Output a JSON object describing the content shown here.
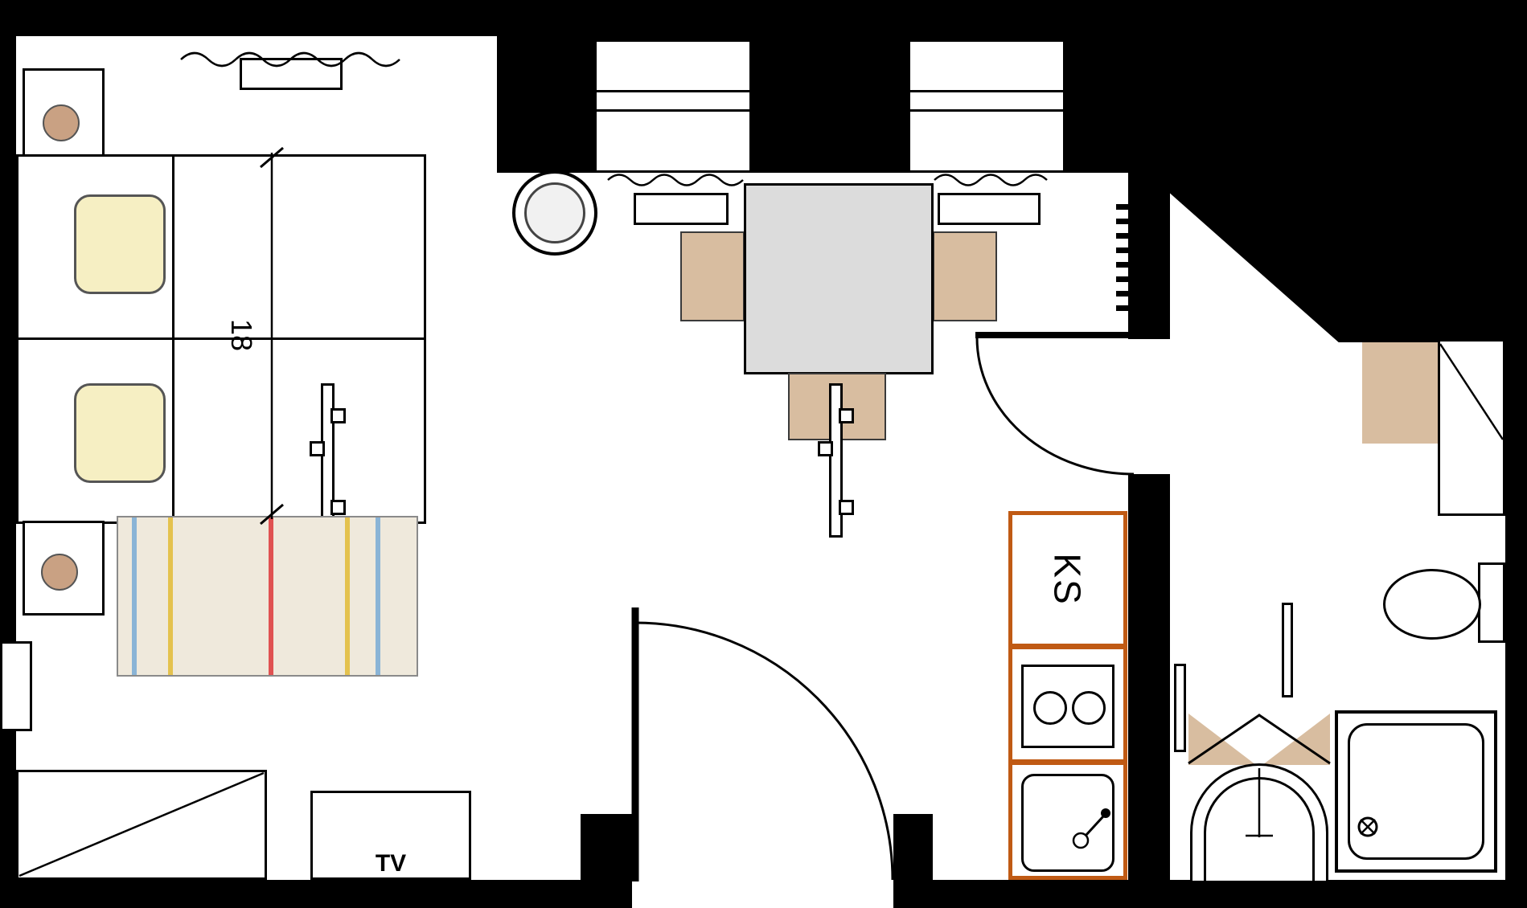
{
  "title": "apartment-floor-plan",
  "labels": {
    "dimension": "18",
    "kitchen_unit": "KS",
    "tv": "TV"
  },
  "icons": {
    "entry_door": "quarter-arc-door-swing",
    "hall_door": "quarter-arc-door-swing",
    "shower_head": "circle-with-cross",
    "curtain": "wavy-line",
    "stove": "two-burner-cooktop",
    "dimension_ticks": "slash-ticks"
  },
  "colors": {
    "bg": "#000000",
    "floor": "#ffffff",
    "line": "#000000",
    "table_fill": "#dcdcdc",
    "chair_fill": "#d8bda0",
    "pillow_fill": "#f6efc3",
    "rug_fill": "#efe9dc",
    "stripe_blue": "#8ab4d6",
    "stripe_yellow": "#e4c24e",
    "stripe_red": "#e05252",
    "kitchen_outline": "#c05a14",
    "knob_fill": "#c9a183",
    "inner_circle": "#f1f1f1"
  }
}
